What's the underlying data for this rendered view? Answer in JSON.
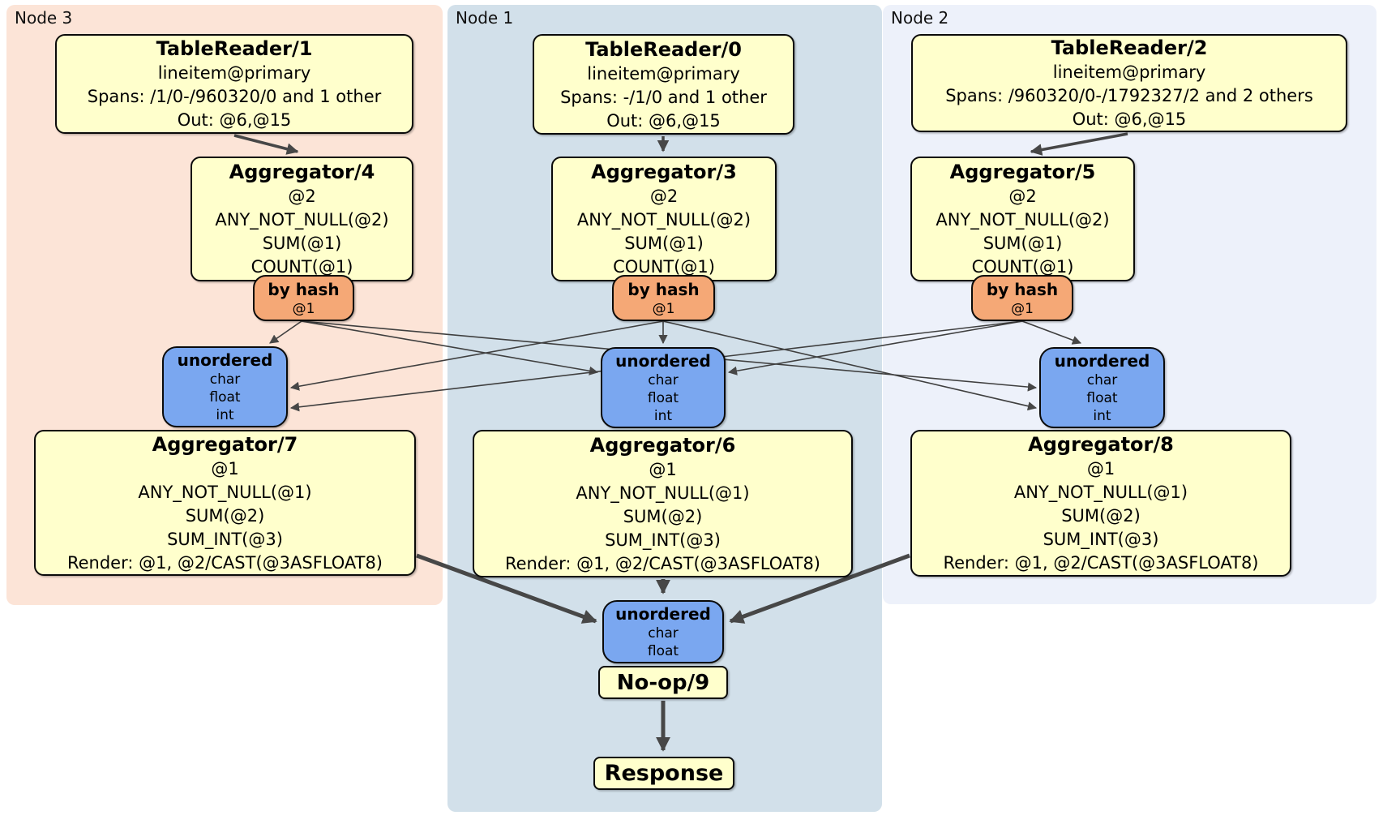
{
  "regions": [
    {
      "label": "Node 3",
      "table_reader": {
        "title": "TableReader/1",
        "lines": [
          "lineitem@primary",
          "Spans: /1/0-/960320/0 and 1 other",
          "Out: @6,@15"
        ]
      },
      "aggregator_top": {
        "title": "Aggregator/4",
        "lines": [
          "@2",
          "ANY_NOT_NULL(@2)",
          "SUM(@1)",
          "COUNT(@1)"
        ]
      },
      "router": {
        "title": "by hash",
        "detail": "@1"
      },
      "sync": {
        "title": "unordered",
        "lines": [
          "char",
          "float",
          "int"
        ]
      },
      "aggregator_bottom": {
        "title": "Aggregator/7",
        "lines": [
          "@1",
          "ANY_NOT_NULL(@1)",
          "SUM(@2)",
          "SUM_INT(@3)",
          "Render: @1, @2/CAST(@3ASFLOAT8)"
        ]
      }
    },
    {
      "label": "Node 1",
      "table_reader": {
        "title": "TableReader/0",
        "lines": [
          "lineitem@primary",
          "Spans: -/1/0 and 1 other",
          "Out: @6,@15"
        ]
      },
      "aggregator_top": {
        "title": "Aggregator/3",
        "lines": [
          "@2",
          "ANY_NOT_NULL(@2)",
          "SUM(@1)",
          "COUNT(@1)"
        ]
      },
      "router": {
        "title": "by hash",
        "detail": "@1"
      },
      "sync": {
        "title": "unordered",
        "lines": [
          "char",
          "float",
          "int"
        ]
      },
      "aggregator_bottom": {
        "title": "Aggregator/6",
        "lines": [
          "@1",
          "ANY_NOT_NULL(@1)",
          "SUM(@2)",
          "SUM_INT(@3)",
          "Render: @1, @2/CAST(@3ASFLOAT8)"
        ]
      }
    },
    {
      "label": "Node 2",
      "table_reader": {
        "title": "TableReader/2",
        "lines": [
          "lineitem@primary",
          "Spans: /960320/0-/1792327/2 and 2 others",
          "Out: @6,@15"
        ]
      },
      "aggregator_top": {
        "title": "Aggregator/5",
        "lines": [
          "@2",
          "ANY_NOT_NULL(@2)",
          "SUM(@1)",
          "COUNT(@1)"
        ]
      },
      "router": {
        "title": "by hash",
        "detail": "@1"
      },
      "sync": {
        "title": "unordered",
        "lines": [
          "char",
          "float",
          "int"
        ]
      },
      "aggregator_bottom": {
        "title": "Aggregator/8",
        "lines": [
          "@1",
          "ANY_NOT_NULL(@1)",
          "SUM(@2)",
          "SUM_INT(@3)",
          "Render: @1, @2/CAST(@3ASFLOAT8)"
        ]
      }
    }
  ],
  "final_chain": {
    "sync": {
      "title": "unordered",
      "lines": [
        "char",
        "float"
      ]
    },
    "noop": {
      "title": "No-op/9"
    },
    "response": {
      "title": "Response"
    }
  },
  "colors": {
    "node3_bg": "#fce4d7",
    "node1_bg": "#d2e0ea",
    "node2_bg": "#edf1fa",
    "processor_bg": "#ffffcc",
    "router_bg": "#f5a876",
    "sync_bg": "#7aa7f0",
    "edge": "#474747",
    "border": "#0a0a0a"
  }
}
